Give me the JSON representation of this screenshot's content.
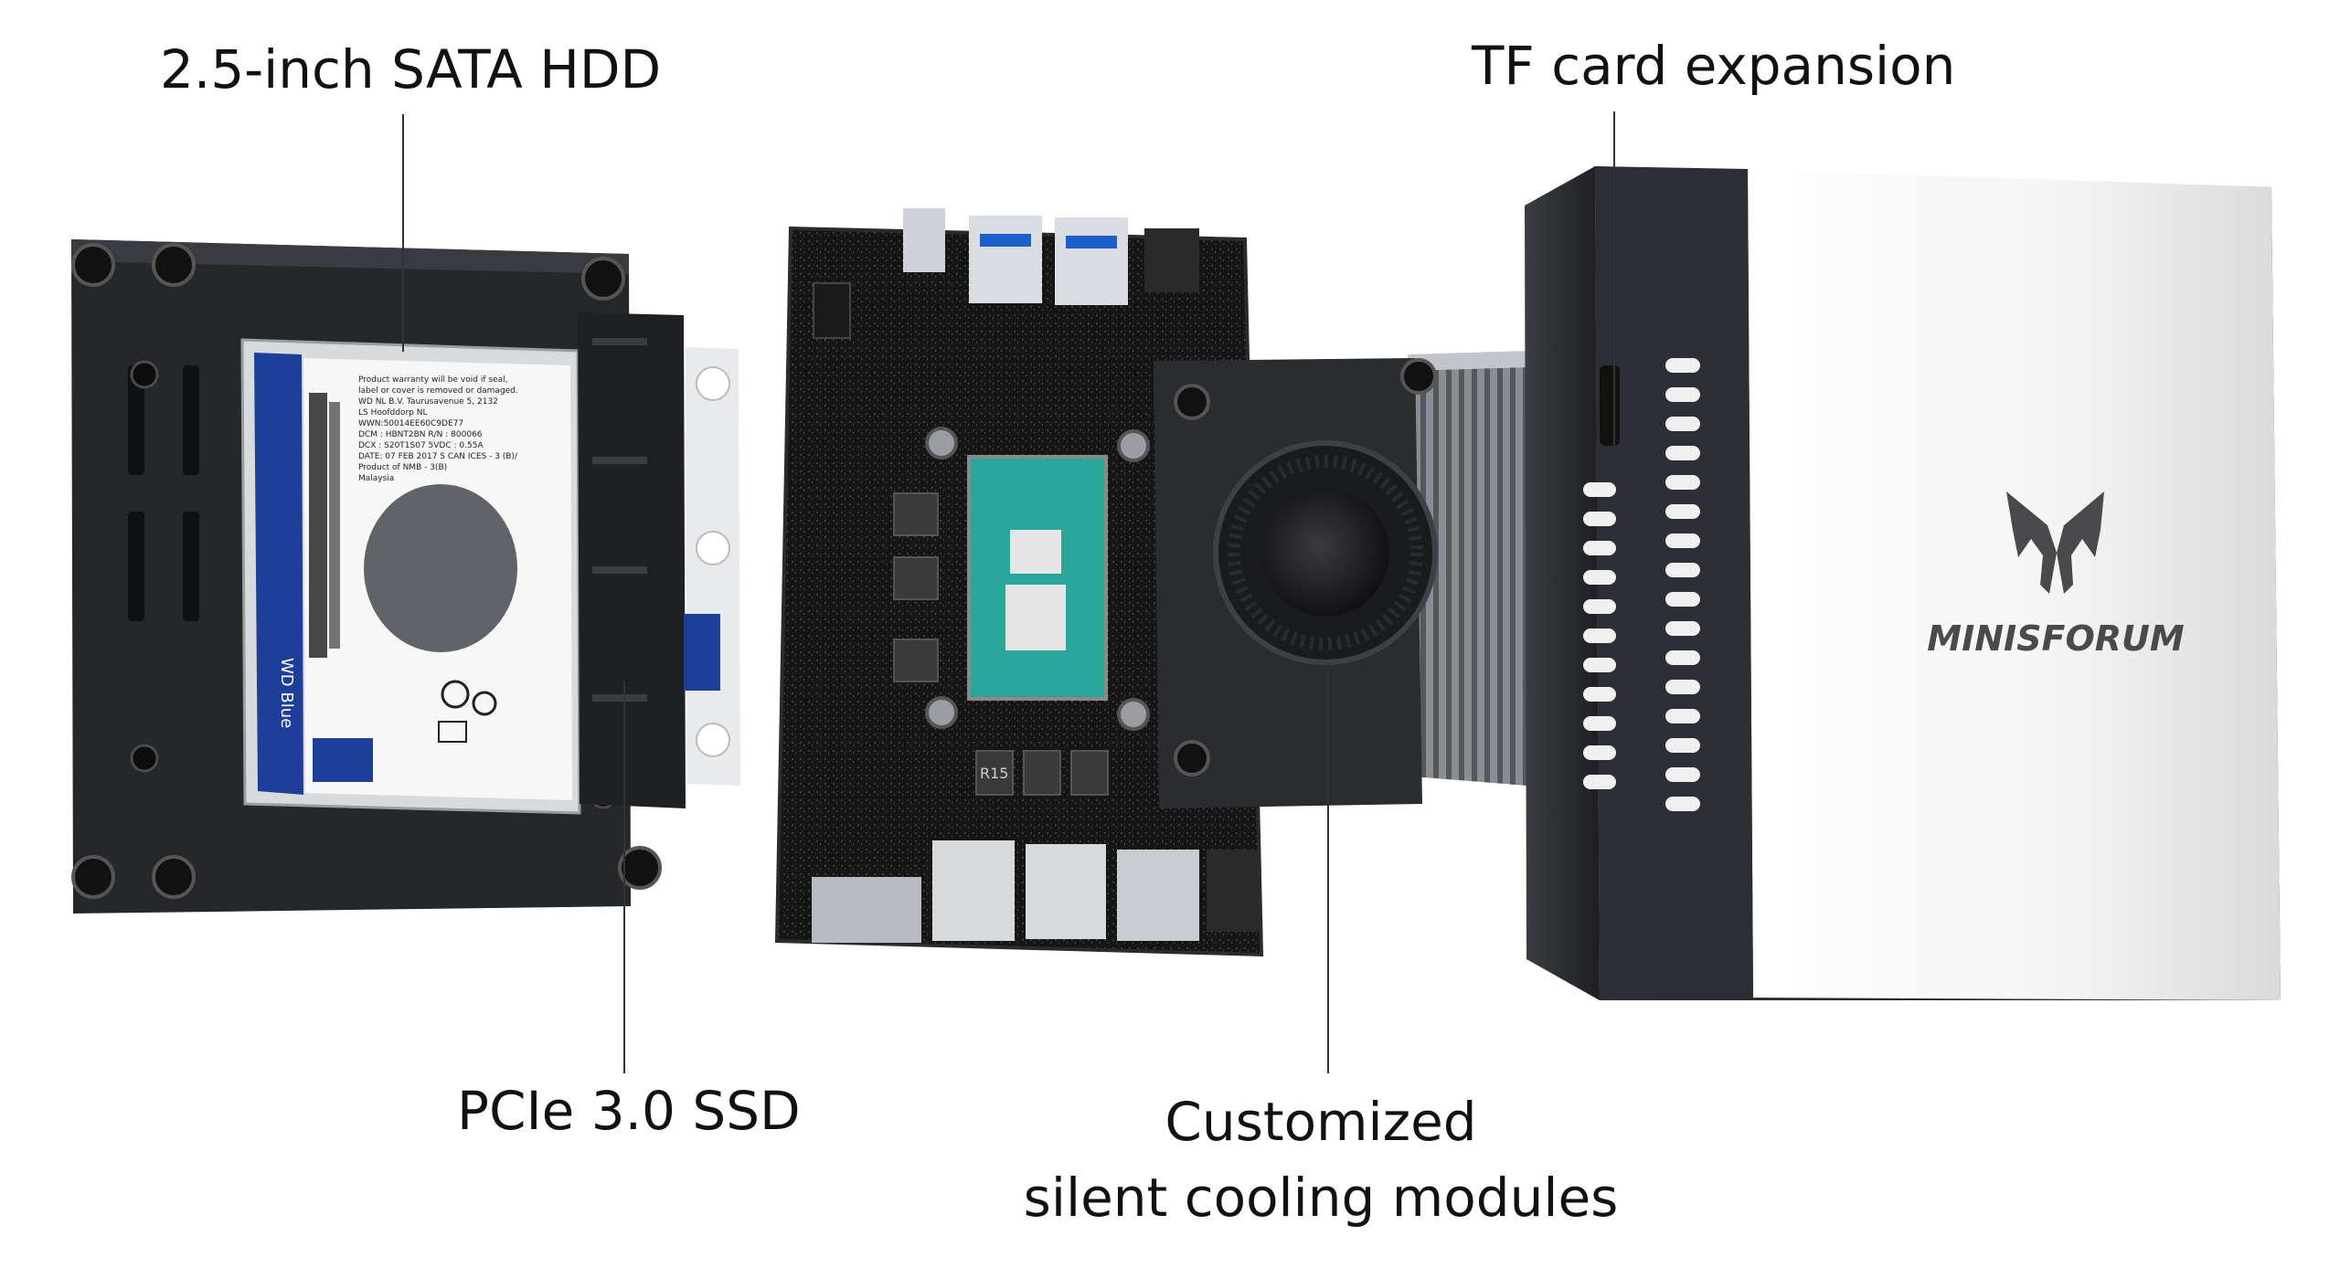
{
  "callouts": {
    "hdd": "2.5-inch SATA HDD",
    "tf": "TF card expansion",
    "ssd": "PCIe 3.0 SSD",
    "cooling_line1": "Customized",
    "cooling_line2": "silent cooling modules"
  },
  "hdd_label": {
    "brand": "WD Blue",
    "lines": [
      "Product warranty will be void if seal,",
      "label or cover is removed or damaged.",
      "WD NL B.V. Taurusavenue 5, 2132",
      "LS Hoofddorp NL",
      "WWN:50014EE60C9DE77",
      "DCM : HBNT2BN    R/N : 800066",
      "DCX : S20T1S07    5VDC : 0.55A",
      "DATE: 07 FEB  2017 S  CAN ICES - 3 (B)/",
      "Product of      NMB - 3(B)",
      "Malaysia"
    ]
  },
  "board": {
    "inductor_label": "R15"
  },
  "case": {
    "brand": "MINISFORUM"
  },
  "colors": {
    "case_dark": "#2a2c30",
    "case_white": "#f3f3f3",
    "pcb": "#151515",
    "cpu_die": "#2aa79b",
    "wd_blue": "#1d3f9a",
    "hdd_metal": "#cfd2d6"
  }
}
